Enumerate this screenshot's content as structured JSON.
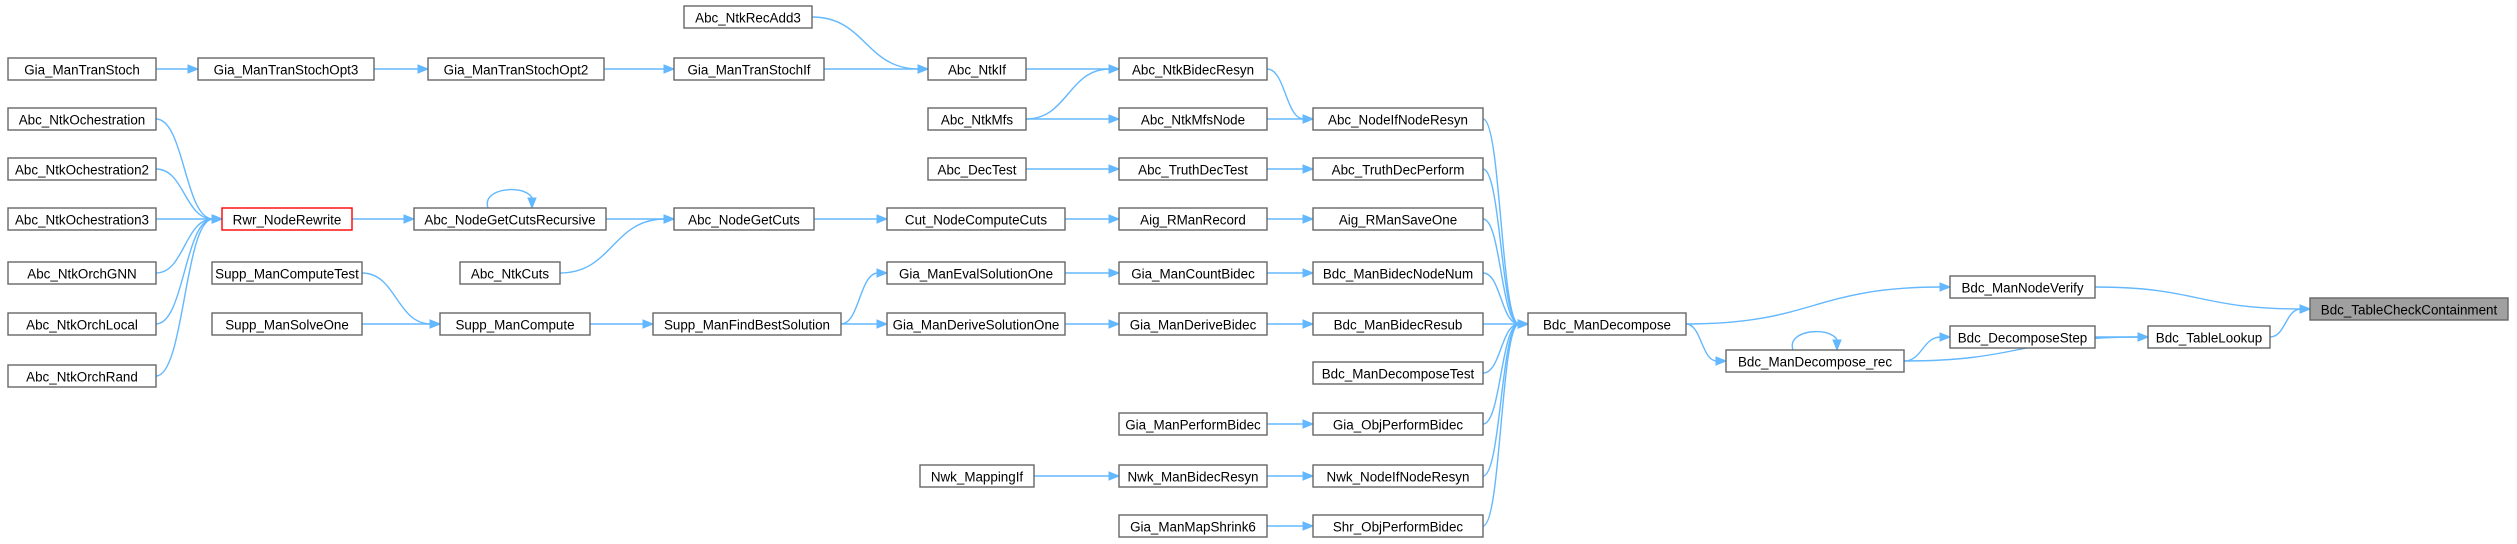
{
  "graph": {
    "nodes": [
      {
        "id": "Bdc_TableCheckContainment",
        "label": "Bdc_TableCheckContainment",
        "kind": "root"
      },
      {
        "id": "Bdc_ManNodeVerify",
        "label": "Bdc_ManNodeVerify"
      },
      {
        "id": "Bdc_TableLookup",
        "label": "Bdc_TableLookup"
      },
      {
        "id": "Bdc_DecomposeStep",
        "label": "Bdc_DecomposeStep"
      },
      {
        "id": "Bdc_ManDecompose_rec",
        "label": "Bdc_ManDecompose_rec"
      },
      {
        "id": "Bdc_ManDecompose",
        "label": "Bdc_ManDecompose"
      },
      {
        "id": "Abc_NodeIfNodeResyn",
        "label": "Abc_NodeIfNodeResyn"
      },
      {
        "id": "Abc_TruthDecPerform",
        "label": "Abc_TruthDecPerform"
      },
      {
        "id": "Aig_RManSaveOne",
        "label": "Aig_RManSaveOne"
      },
      {
        "id": "Bdc_ManBidecNodeNum",
        "label": "Bdc_ManBidecNodeNum"
      },
      {
        "id": "Bdc_ManBidecResub",
        "label": "Bdc_ManBidecResub"
      },
      {
        "id": "Bdc_ManDecomposeTest",
        "label": "Bdc_ManDecomposeTest"
      },
      {
        "id": "Gia_ObjPerformBidec",
        "label": "Gia_ObjPerformBidec"
      },
      {
        "id": "Nwk_NodeIfNodeResyn",
        "label": "Nwk_NodeIfNodeResyn"
      },
      {
        "id": "Shr_ObjPerformBidec",
        "label": "Shr_ObjPerformBidec"
      },
      {
        "id": "Abc_NtkBidecResyn",
        "label": "Abc_NtkBidecResyn"
      },
      {
        "id": "Abc_NtkMfsNode",
        "label": "Abc_NtkMfsNode"
      },
      {
        "id": "Abc_TruthDecTest",
        "label": "Abc_TruthDecTest"
      },
      {
        "id": "Aig_RManRecord",
        "label": "Aig_RManRecord"
      },
      {
        "id": "Gia_ManCountBidec",
        "label": "Gia_ManCountBidec"
      },
      {
        "id": "Gia_ManDeriveBidec",
        "label": "Gia_ManDeriveBidec"
      },
      {
        "id": "Gia_ManPerformBidec",
        "label": "Gia_ManPerformBidec"
      },
      {
        "id": "Nwk_ManBidecResyn",
        "label": "Nwk_ManBidecResyn"
      },
      {
        "id": "Gia_ManMapShrink6",
        "label": "Gia_ManMapShrink6"
      },
      {
        "id": "Abc_NtkRecAdd3",
        "label": "Abc_NtkRecAdd3"
      },
      {
        "id": "Abc_NtkIf",
        "label": "Abc_NtkIf"
      },
      {
        "id": "Abc_NtkMfs",
        "label": "Abc_NtkMfs"
      },
      {
        "id": "Abc_DecTest",
        "label": "Abc_DecTest"
      },
      {
        "id": "Cut_NodeComputeCuts",
        "label": "Cut_NodeComputeCuts"
      },
      {
        "id": "Gia_ManEvalSolutionOne",
        "label": "Gia_ManEvalSolutionOne"
      },
      {
        "id": "Gia_ManDeriveSolutionOne",
        "label": "Gia_ManDeriveSolutionOne"
      },
      {
        "id": "Nwk_MappingIf",
        "label": "Nwk_MappingIf"
      },
      {
        "id": "Gia_ManTranStochIf",
        "label": "Gia_ManTranStochIf"
      },
      {
        "id": "Abc_NodeGetCuts",
        "label": "Abc_NodeGetCuts"
      },
      {
        "id": "Supp_ManFindBestSolution",
        "label": "Supp_ManFindBestSolution"
      },
      {
        "id": "Gia_ManTranStochOpt2",
        "label": "Gia_ManTranStochOpt2"
      },
      {
        "id": "Abc_NodeGetCutsRecursive",
        "label": "Abc_NodeGetCutsRecursive"
      },
      {
        "id": "Abc_NtkCuts",
        "label": "Abc_NtkCuts"
      },
      {
        "id": "Supp_ManCompute",
        "label": "Supp_ManCompute"
      },
      {
        "id": "Gia_ManTranStochOpt3",
        "label": "Gia_ManTranStochOpt3"
      },
      {
        "id": "Rwr_NodeRewrite",
        "label": "Rwr_NodeRewrite",
        "kind": "highlight"
      },
      {
        "id": "Supp_ManComputeTest",
        "label": "Supp_ManComputeTest"
      },
      {
        "id": "Supp_ManSolveOne",
        "label": "Supp_ManSolveOne"
      },
      {
        "id": "Gia_ManTranStoch",
        "label": "Gia_ManTranStoch"
      },
      {
        "id": "Abc_NtkOchestration",
        "label": "Abc_NtkOchestration"
      },
      {
        "id": "Abc_NtkOchestration2",
        "label": "Abc_NtkOchestration2"
      },
      {
        "id": "Abc_NtkOchestration3",
        "label": "Abc_NtkOchestration3"
      },
      {
        "id": "Abc_NtkOrchGNN",
        "label": "Abc_NtkOrchGNN"
      },
      {
        "id": "Abc_NtkOrchLocal",
        "label": "Abc_NtkOrchLocal"
      },
      {
        "id": "Abc_NtkOrchRand",
        "label": "Abc_NtkOrchRand"
      }
    ],
    "edges": [
      [
        "Bdc_ManNodeVerify",
        "Bdc_TableCheckContainment"
      ],
      [
        "Bdc_TableLookup",
        "Bdc_TableCheckContainment"
      ],
      [
        "Bdc_ManDecompose",
        "Bdc_ManNodeVerify"
      ],
      [
        "Bdc_DecomposeStep",
        "Bdc_TableLookup"
      ],
      [
        "Bdc_ManDecompose_rec",
        "Bdc_TableLookup"
      ],
      [
        "Bdc_ManDecompose_rec",
        "Bdc_DecomposeStep"
      ],
      [
        "Bdc_ManDecompose_rec",
        "Bdc_ManDecompose_rec"
      ],
      [
        "Bdc_ManDecompose",
        "Bdc_ManDecompose_rec"
      ],
      [
        "Abc_NodeIfNodeResyn",
        "Bdc_ManDecompose"
      ],
      [
        "Abc_TruthDecPerform",
        "Bdc_ManDecompose"
      ],
      [
        "Aig_RManSaveOne",
        "Bdc_ManDecompose"
      ],
      [
        "Bdc_ManBidecNodeNum",
        "Bdc_ManDecompose"
      ],
      [
        "Bdc_ManBidecResub",
        "Bdc_ManDecompose"
      ],
      [
        "Bdc_ManDecomposeTest",
        "Bdc_ManDecompose"
      ],
      [
        "Gia_ObjPerformBidec",
        "Bdc_ManDecompose"
      ],
      [
        "Nwk_NodeIfNodeResyn",
        "Bdc_ManDecompose"
      ],
      [
        "Shr_ObjPerformBidec",
        "Bdc_ManDecompose"
      ],
      [
        "Abc_NtkBidecResyn",
        "Abc_NodeIfNodeResyn"
      ],
      [
        "Abc_NtkMfsNode",
        "Abc_NodeIfNodeResyn"
      ],
      [
        "Abc_TruthDecTest",
        "Abc_TruthDecPerform"
      ],
      [
        "Aig_RManRecord",
        "Aig_RManSaveOne"
      ],
      [
        "Gia_ManCountBidec",
        "Bdc_ManBidecNodeNum"
      ],
      [
        "Gia_ManDeriveBidec",
        "Bdc_ManBidecResub"
      ],
      [
        "Gia_ManPerformBidec",
        "Gia_ObjPerformBidec"
      ],
      [
        "Nwk_ManBidecResyn",
        "Nwk_NodeIfNodeResyn"
      ],
      [
        "Gia_ManMapShrink6",
        "Shr_ObjPerformBidec"
      ],
      [
        "Abc_NtkIf",
        "Abc_NtkBidecResyn"
      ],
      [
        "Abc_NtkMfs",
        "Abc_NtkBidecResyn"
      ],
      [
        "Abc_NtkMfs",
        "Abc_NtkMfsNode"
      ],
      [
        "Abc_DecTest",
        "Abc_TruthDecTest"
      ],
      [
        "Cut_NodeComputeCuts",
        "Aig_RManRecord"
      ],
      [
        "Gia_ManEvalSolutionOne",
        "Gia_ManCountBidec"
      ],
      [
        "Gia_ManDeriveSolutionOne",
        "Gia_ManDeriveBidec"
      ],
      [
        "Nwk_MappingIf",
        "Nwk_ManBidecResyn"
      ],
      [
        "Abc_NtkRecAdd3",
        "Abc_NtkIf"
      ],
      [
        "Gia_ManTranStochIf",
        "Abc_NtkIf"
      ],
      [
        "Abc_NodeGetCuts",
        "Cut_NodeComputeCuts"
      ],
      [
        "Supp_ManFindBestSolution",
        "Gia_ManEvalSolutionOne"
      ],
      [
        "Supp_ManFindBestSolution",
        "Gia_ManDeriveSolutionOne"
      ],
      [
        "Gia_ManTranStochOpt2",
        "Gia_ManTranStochIf"
      ],
      [
        "Abc_NodeGetCutsRecursive",
        "Abc_NodeGetCuts"
      ],
      [
        "Abc_NtkCuts",
        "Abc_NodeGetCuts"
      ],
      [
        "Supp_ManCompute",
        "Supp_ManFindBestSolution"
      ],
      [
        "Gia_ManTranStochOpt3",
        "Gia_ManTranStochOpt2"
      ],
      [
        "Rwr_NodeRewrite",
        "Abc_NodeGetCutsRecursive"
      ],
      [
        "Abc_NodeGetCutsRecursive",
        "Abc_NodeGetCutsRecursive"
      ],
      [
        "Supp_ManComputeTest",
        "Supp_ManCompute"
      ],
      [
        "Supp_ManSolveOne",
        "Supp_ManCompute"
      ],
      [
        "Gia_ManTranStoch",
        "Gia_ManTranStochOpt3"
      ],
      [
        "Abc_NtkOchestration",
        "Rwr_NodeRewrite"
      ],
      [
        "Abc_NtkOchestration2",
        "Rwr_NodeRewrite"
      ],
      [
        "Abc_NtkOchestration3",
        "Rwr_NodeRewrite"
      ],
      [
        "Abc_NtkOrchGNN",
        "Rwr_NodeRewrite"
      ],
      [
        "Abc_NtkOrchLocal",
        "Rwr_NodeRewrite"
      ],
      [
        "Abc_NtkOrchRand",
        "Rwr_NodeRewrite"
      ]
    ]
  },
  "colors": {
    "edge": "#63b8ff",
    "node_border": "#666666",
    "root_fill": "#a0a0a0",
    "highlight_border": "#ff0000"
  }
}
